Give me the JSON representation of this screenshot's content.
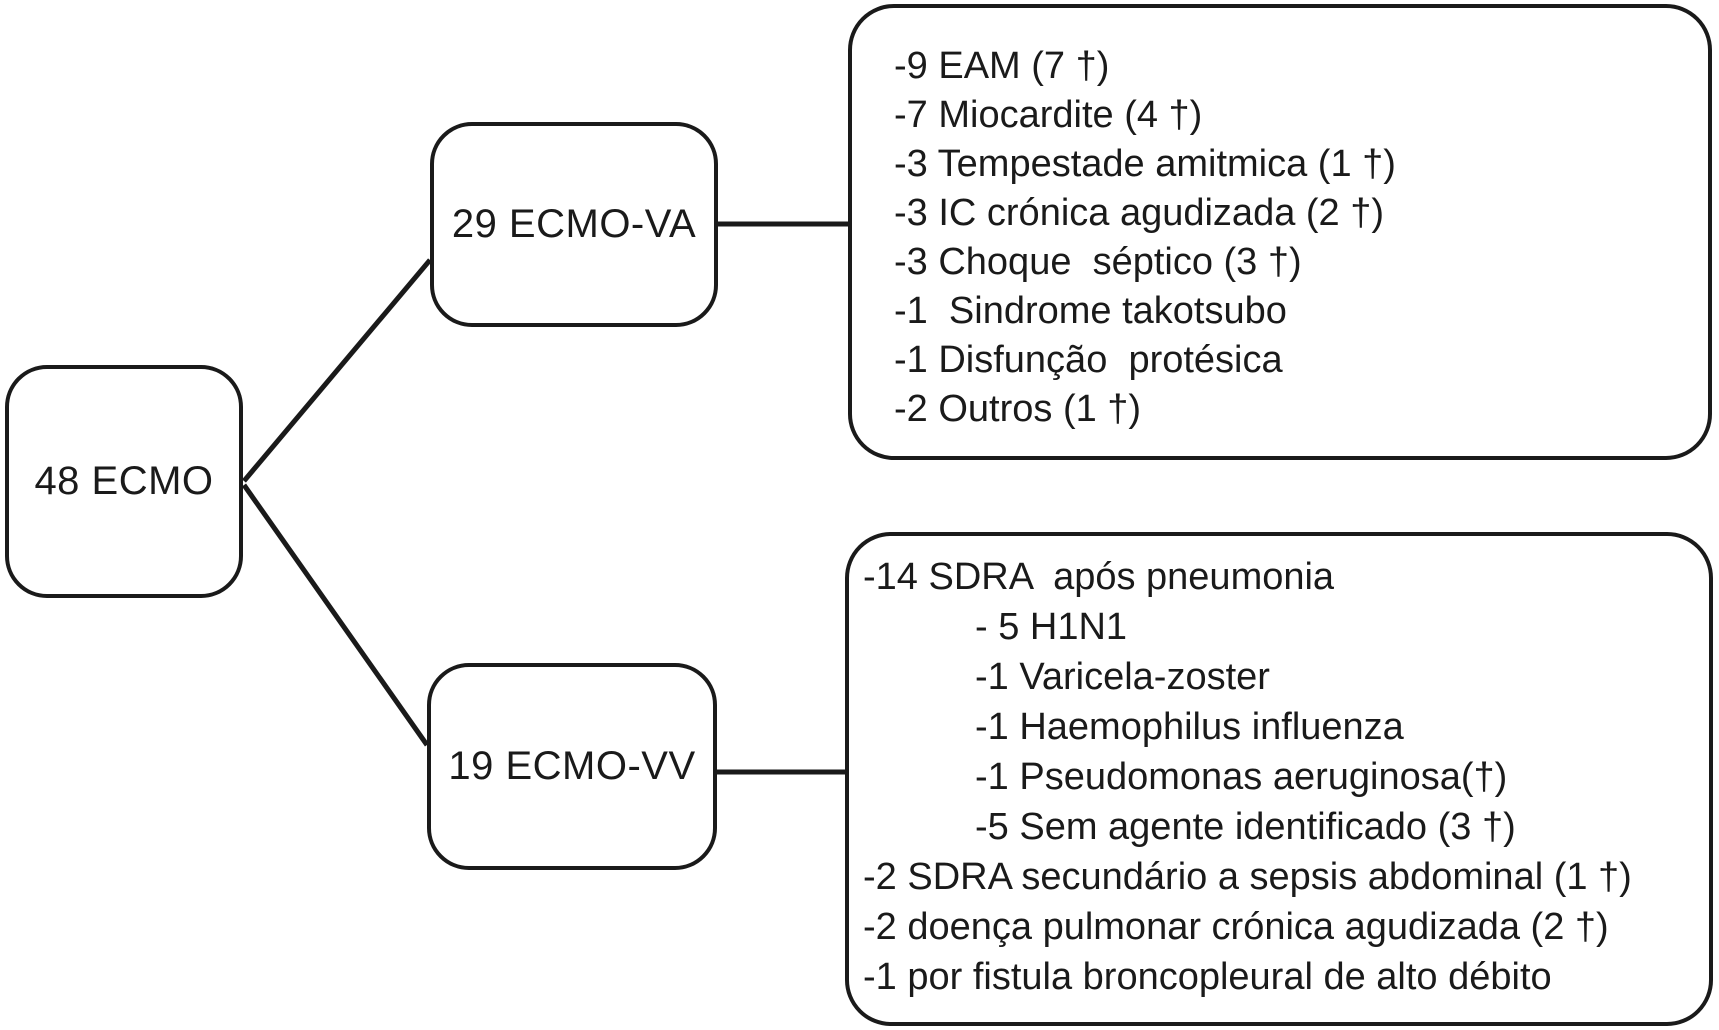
{
  "diagram": {
    "title": "ECMO flow diagram",
    "colors": {
      "line": "#1a1a1a",
      "background": "#ffffff"
    },
    "root": {
      "label": "48 ECMO"
    },
    "branches": {
      "va": {
        "label": "29 ECMO-VA",
        "causes": [
          {
            "text": "-9 EAM (7 †)",
            "indent": 0
          },
          {
            "text": "-7 Miocardite (4 †)",
            "indent": 0
          },
          {
            "text": "-3 Tempestade amitmica (1 †)",
            "indent": 0
          },
          {
            "text": "-3 IC crónica agudizada (2 †)",
            "indent": 0
          },
          {
            "text": "-3 Choque  séptico (3 †)",
            "indent": 0
          },
          {
            "text": "-1  Sindrome takotsubo",
            "indent": 0
          },
          {
            "text": "-1 Disfunção  protésica",
            "indent": 0
          },
          {
            "text": "-2 Outros (1 †)",
            "indent": 0
          }
        ]
      },
      "vv": {
        "label": "19 ECMO-VV",
        "causes": [
          {
            "text": "-14 SDRA  após pneumonia",
            "indent": 0
          },
          {
            "text": "- 5 H1N1",
            "indent": 1
          },
          {
            "text": "-1 Varicela-zoster",
            "indent": 1
          },
          {
            "text": "-1 Haemophilus influenza",
            "indent": 1
          },
          {
            "text": "-1 Pseudomonas aeruginosa(†)",
            "indent": 1
          },
          {
            "text": "-5 Sem agente identificado (3 †)",
            "indent": 1
          },
          {
            "text": "-2 SDRA secundário a sepsis abdominal (1 †)",
            "indent": 0
          },
          {
            "text": "-2 doença pulmonar crónica agudizada (2 †)",
            "indent": 0
          },
          {
            "text": "-1 por fistula broncopleural de alto débito",
            "indent": 0
          }
        ]
      }
    }
  }
}
